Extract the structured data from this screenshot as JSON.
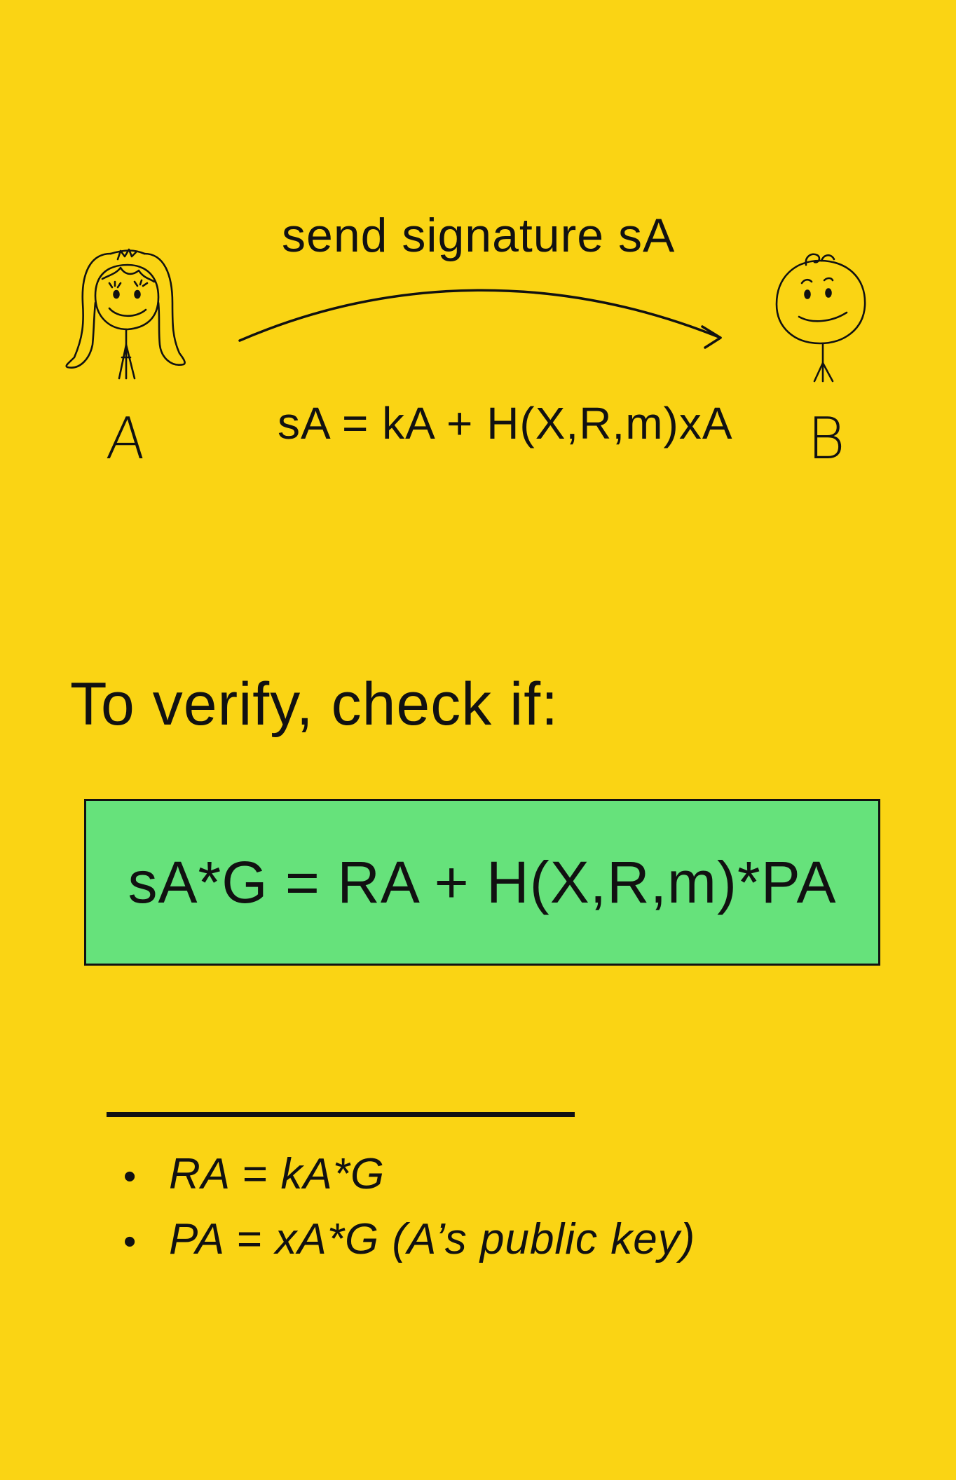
{
  "colors": {
    "background": "#FAD414",
    "box_fill": "#66E27B",
    "ink": "#111111"
  },
  "diagram": {
    "sender_label": "A",
    "receiver_label": "B",
    "arrow_caption": "send signature sA",
    "signature_formula": "sA = kA + H(X,R,m)xA",
    "sender_icon": "girl-stick-figure-icon",
    "receiver_icon": "boy-stick-figure-icon",
    "arrow_icon": "curved-arrow-right-icon"
  },
  "verify": {
    "heading": "To verify, check if:",
    "equation": "sA*G = RA + H(X,R,m)*PA"
  },
  "notes": [
    {
      "bullet": "•",
      "text": "RA = kA*G"
    },
    {
      "bullet": "•",
      "text": "PA = xA*G (A’s public key)"
    }
  ]
}
